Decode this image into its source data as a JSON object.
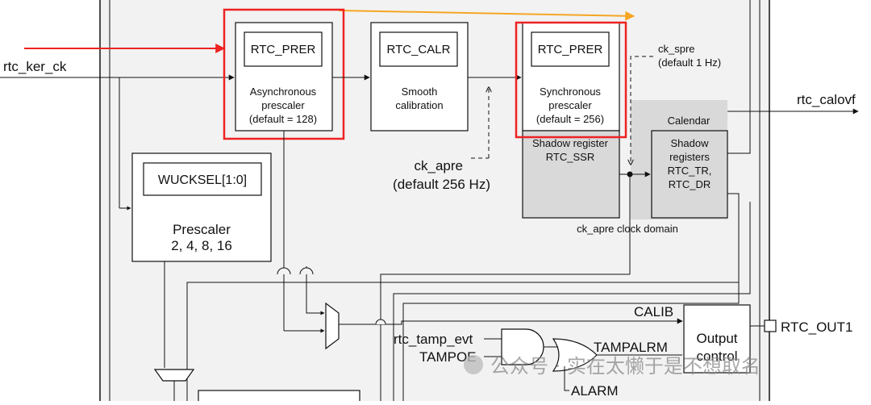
{
  "inputs": {
    "ker_ck": "rtc_ker_ck"
  },
  "blocks": {
    "async_prer": {
      "reg": "RTC_PRER",
      "line1": "Asynchronous",
      "line2": "prescaler",
      "line3": "(default = 128)"
    },
    "calr": {
      "reg": "RTC_CALR",
      "line1": "Smooth",
      "line2": "calibration"
    },
    "sync_prer": {
      "reg": "RTC_PRER",
      "line1": "Synchronous",
      "line2": "prescaler",
      "line3": "(default = 256)"
    },
    "ssr": {
      "line1": "Shadow register",
      "line2": "RTC_SSR"
    },
    "calendar": {
      "title": "Calendar",
      "line1": "Shadow",
      "line2": "registers",
      "line3": "RTC_TR,",
      "line4": "RTC_DR"
    },
    "wakeup": {
      "reg": "WUCKSEL[1:0]",
      "line1": "Prescaler",
      "line2": "2, 4, 8, 16"
    },
    "output_ctrl": {
      "line1": "Output",
      "line2": "control"
    }
  },
  "signals": {
    "ck_spre": "ck_spre",
    "ck_spre_default": "(default 1 Hz)",
    "ck_apre": "ck_apre",
    "ck_apre_default": "(default 256 Hz)",
    "clock_domain": "ck_apre clock domain",
    "calovf": "rtc_calovf",
    "calib": "CALIB",
    "out1": "RTC_OUT1",
    "tamp_evt": "rtc_tamp_evt",
    "tampoe": "TAMPOE",
    "tampalrm": "TAMPALRM",
    "alarm": "ALARM"
  },
  "watermark": "公众号 · 实在太懒于是不想取名",
  "colors": {
    "highlight_red": "#ee2222",
    "highlight_orange": "#f5a623",
    "panel_grey": "#f2f2f2",
    "shadow_grey": "#d9d9d9",
    "block_white": "#ffffff"
  }
}
